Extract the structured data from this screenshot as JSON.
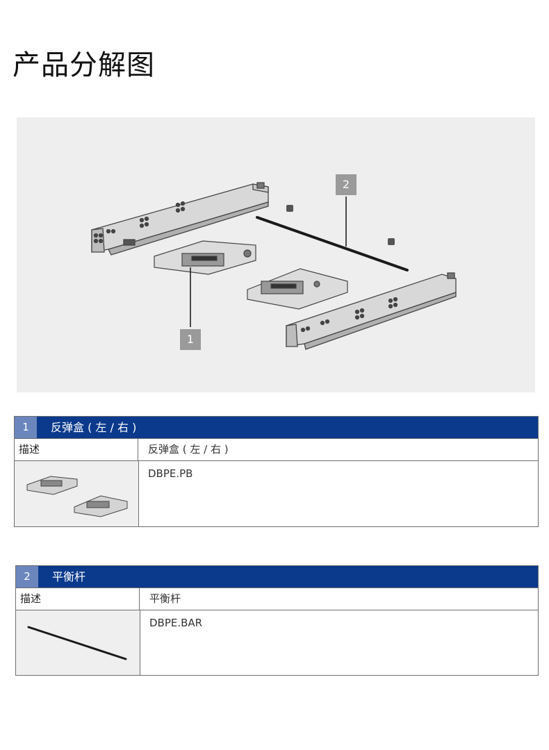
{
  "page": {
    "title": "产品分解图"
  },
  "diagram": {
    "callouts": [
      "2",
      "1"
    ]
  },
  "parts": [
    {
      "number": "1",
      "name": "反弹盒 ( 左 / 右 )",
      "description_label": "描述",
      "description_value": "反弹盒 ( 左 / 右 )",
      "code": "DBPE.PB"
    },
    {
      "number": "2",
      "name": "平衡杆",
      "description_label": "描述",
      "description_value": "平衡杆",
      "code": "DBPE.BAR"
    }
  ],
  "colors": {
    "header_bg": "#0b3a8c",
    "number_bg": "#6a86bd",
    "diagram_bg": "#eeeeee",
    "callout_bg": "#9a9a9a"
  }
}
